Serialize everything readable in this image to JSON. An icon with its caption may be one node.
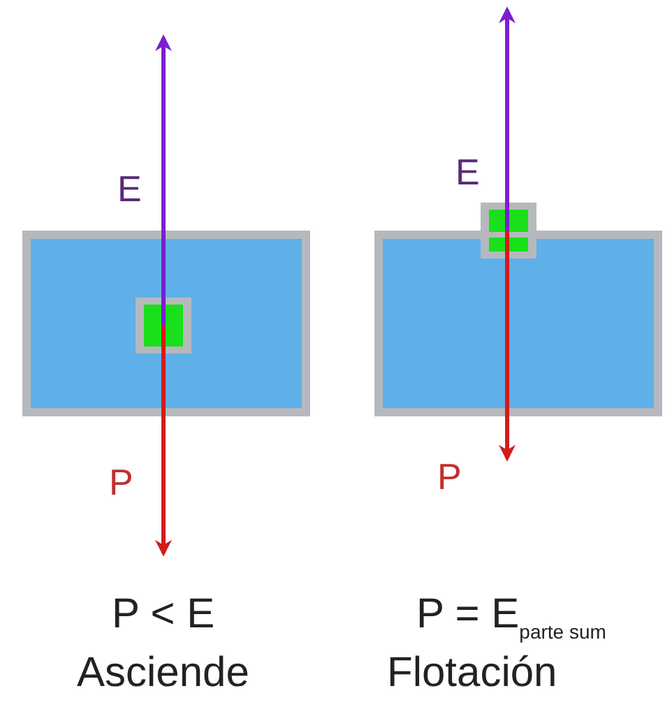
{
  "diagram": {
    "labels": [
      "E",
      "P",
      "P < E",
      "Asciende",
      "E",
      "P",
      "P = E$_{parte sum}$",
      "Flotación"
    ]
  }
}
